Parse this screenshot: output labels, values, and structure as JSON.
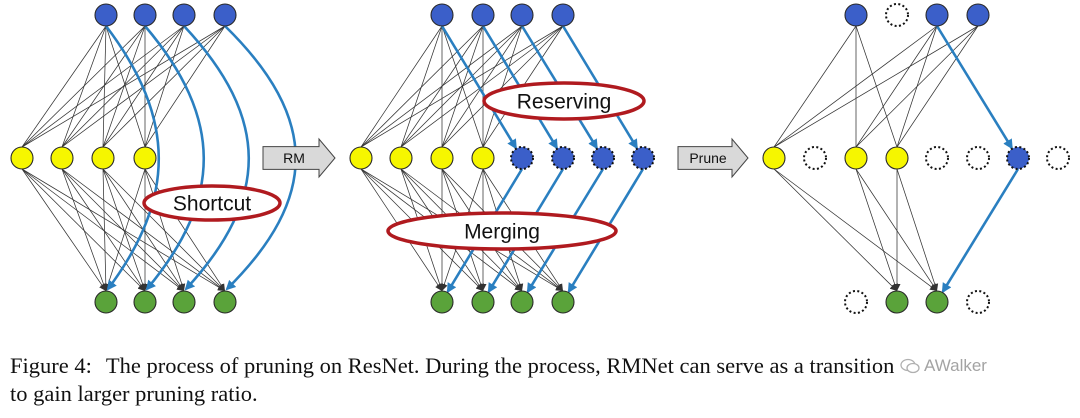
{
  "figure": {
    "labels": {
      "shortcut": "Shortcut",
      "reserving": "Reserving",
      "merging": "Merging",
      "rm_arrow": "RM",
      "prune_arrow": "Prune"
    },
    "colors": {
      "input_node": "#3b5fc9",
      "middle_node": "#f6f600",
      "output_node": "#5aa33a",
      "blue_edge": "#2a7fc0",
      "ellipse_border": "#b01a1f",
      "thin_edge": "#333333"
    },
    "panels": [
      {
        "name": "resnet",
        "top_nodes": [
          "filled",
          "filled",
          "filled",
          "filled"
        ],
        "middle_nodes": [
          "filled",
          "filled",
          "filled",
          "filled"
        ],
        "bottom_nodes": [
          "filled",
          "filled",
          "filled",
          "filled"
        ]
      },
      {
        "name": "rmnet",
        "top_nodes": [
          "filled",
          "filled",
          "filled",
          "filled"
        ],
        "middle_nodes": [
          "filled",
          "filled",
          "filled",
          "filled",
          "dotted",
          "dotted",
          "dotted",
          "dotted"
        ],
        "bottom_nodes": [
          "filled",
          "filled",
          "filled",
          "filled"
        ]
      },
      {
        "name": "pruned",
        "top_nodes": [
          "filled",
          "empty",
          "filled",
          "filled"
        ],
        "middle_nodes": [
          "filled",
          "empty",
          "filled",
          "filled",
          "empty",
          "empty",
          "dotted",
          "empty"
        ],
        "bottom_nodes": [
          "empty",
          "filled",
          "filled",
          "empty"
        ]
      }
    ]
  },
  "caption": {
    "label": "Figure 4:",
    "line1": "The process of pruning on ResNet. During the process, RMNet can serve as a transition",
    "line2": "to gain larger pruning ratio."
  },
  "watermark": {
    "text": "AWalker"
  }
}
